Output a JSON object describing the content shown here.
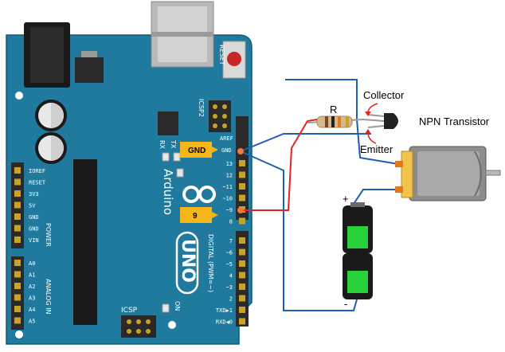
{
  "board": {
    "brand": "Arduino",
    "model": "UNO",
    "reset": "RESET",
    "icsp2": "ICSP2",
    "icsp": "ICSP",
    "aref": "AREF",
    "gnd": "GND",
    "rx": "RX",
    "tx": "TX",
    "on": "ON",
    "digital": "DIGITAL (PWM=~)",
    "power": "POWER",
    "analog": "ANALOG IN",
    "left_pins": [
      "IOREF",
      "RESET",
      "3V3",
      "5V",
      "GND",
      "GND",
      "VIN"
    ],
    "analog_pins": [
      "A0",
      "A1",
      "A2",
      "A3",
      "A4",
      "A5"
    ],
    "digital_top": [
      "13",
      "12",
      "~11",
      "~10",
      "~9",
      "8"
    ],
    "digital_bottom": [
      "7",
      "~6",
      "~5",
      "4",
      "~3",
      "2",
      "TXD▶1",
      "RXD◀0"
    ]
  },
  "callouts": {
    "gnd": "GND",
    "pin9": "9"
  },
  "labels": {
    "resistor": "R",
    "collector": "Collector",
    "emitter": "Emitter",
    "transistor": "NPN Transistor",
    "plus": "+",
    "minus": "-"
  },
  "colors": {
    "board": "#1f7a9e",
    "wire_blue": "#1f5fb0",
    "wire_red": "#e02424",
    "callout": "#f6b61a",
    "battery_green": "#28d13a",
    "motor": "#f2c34a"
  }
}
